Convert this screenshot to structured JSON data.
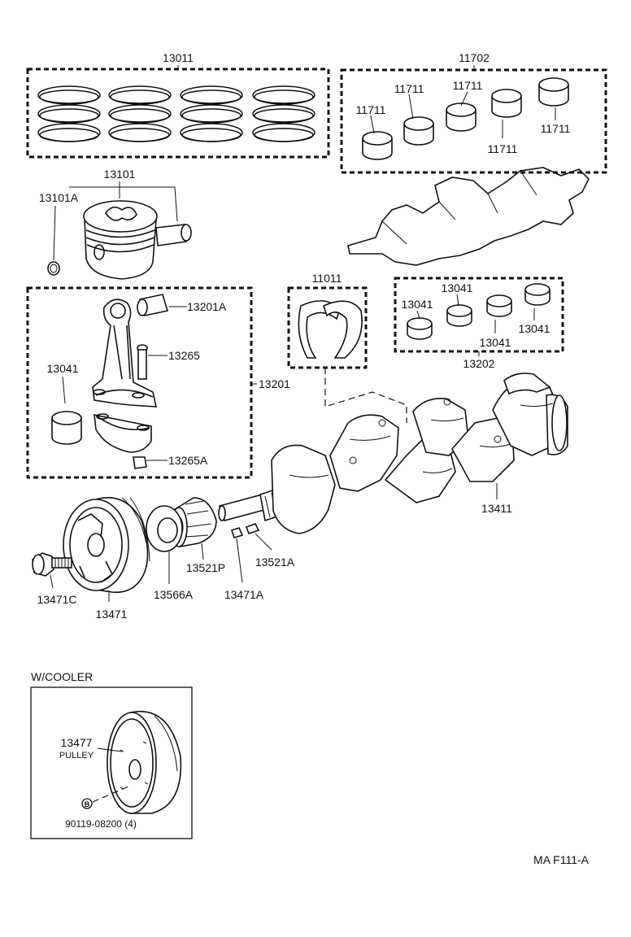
{
  "callouts": {
    "piston_ring_set": "13011",
    "main_bearing_set": "11702",
    "main_bearing_1": "11711",
    "main_bearing_2": "11711",
    "main_bearing_3": "11711",
    "main_bearing_4": "11711",
    "main_bearing_5": "11711",
    "piston": "13101",
    "snap_ring": "13101A",
    "thrust_washer_set": "11011",
    "rod_bearing_set": "13202",
    "rod_bearing_a": "13041",
    "rod_bearing_b": "13041",
    "rod_bearing_c": "13041",
    "rod_bearing_d": "13041",
    "rod_bushing": "13201A",
    "rod_bolt": "13265",
    "rod_bearing_rod": "13041",
    "connecting_rod": "13201",
    "rod_nut": "13265A",
    "crankshaft": "13411",
    "pulley_bolt": "13471C",
    "crank_pulley": "13471",
    "crank_gear": "13521P",
    "key_a": "13521A",
    "oil_slinger": "13566A",
    "key_b": "13471A"
  },
  "cooler_box": {
    "title": "W/COOLER",
    "pulley_number": "13477",
    "pulley_name": "PULLEY",
    "bolt_symbol": "B",
    "bolt_number": "90119-08200 (4)"
  },
  "figure_code": "MA F111-A"
}
